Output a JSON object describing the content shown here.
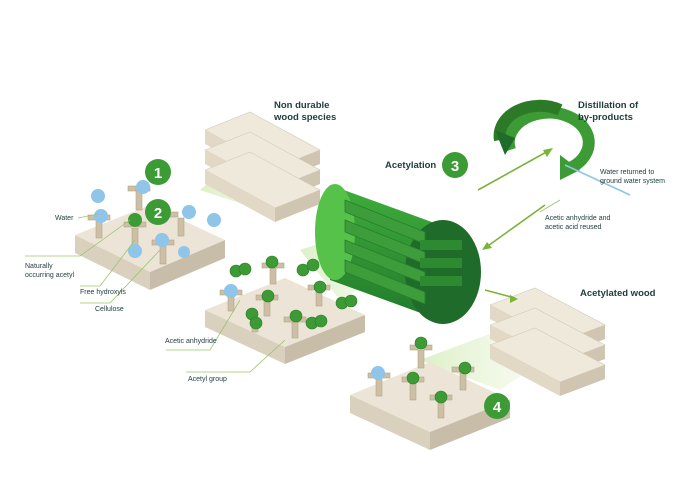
{
  "labels": {
    "non_durable": [
      "Non durable",
      "wood species"
    ],
    "acetylation": "Acetylation",
    "distillation": [
      "Distillation of",
      "by-products"
    ],
    "water_returned": [
      "Water returned to",
      "ground water system"
    ],
    "acetic_reused": [
      "Acetic anhydride and",
      "acetic acid reused"
    ],
    "acetylated_wood": "Acetylated wood",
    "water": "Water",
    "naturally_acetyl": [
      "Naturally",
      "occurring acetyl"
    ],
    "free_hydroxyls": "Free hydroxyls",
    "cellulose": "Cellulose",
    "acetic_anhydride": "Acetic anhydride",
    "acetyl_group": "Acetyl group"
  },
  "steps": [
    "1",
    "2",
    "3",
    "4"
  ],
  "colors": {
    "green": "#3d9b35",
    "dark_green": "#1f6b2a",
    "light_green": "#7bc043",
    "wood": "#e9e2d3",
    "wood_side": "#cfc5b1",
    "water": "#8fc5e8",
    "text": "#1f3b3b"
  }
}
